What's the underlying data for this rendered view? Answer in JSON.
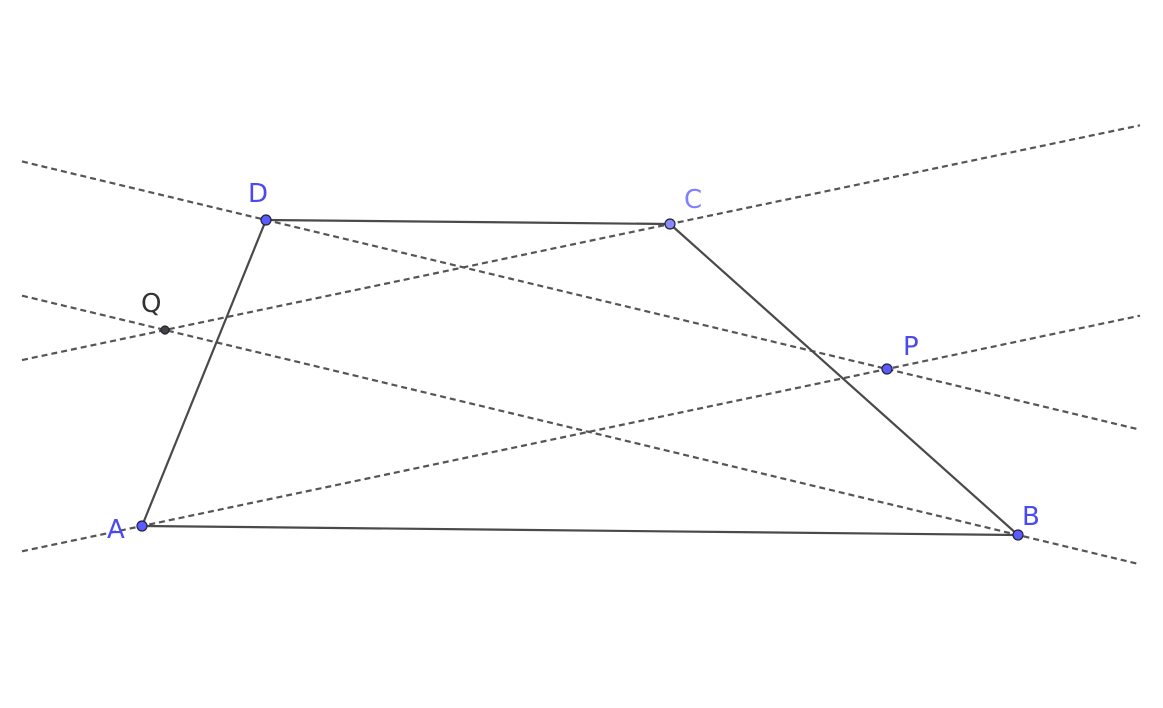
{
  "colors": {
    "background": "#ffffff",
    "line": "#4a4a4a",
    "dashed": "#555555",
    "main_point": "#5b5bff",
    "main_label": "#4a4af0",
    "light_point": "#8a8aff",
    "light_label": "#8080ff",
    "aux_point": "#444444",
    "aux_label": "#333333"
  },
  "points": {
    "A": {
      "label": "A",
      "color": "main_point",
      "label_color": "main_label"
    },
    "B": {
      "label": "B",
      "color": "main_point",
      "label_color": "main_label"
    },
    "C": {
      "label": "C",
      "color": "light_point",
      "label_color": "light_label"
    },
    "D": {
      "label": "D",
      "color": "main_point",
      "label_color": "main_label"
    },
    "P": {
      "label": "P",
      "color": "main_point",
      "label_color": "main_label"
    },
    "Q": {
      "label": "Q",
      "color": "aux_point",
      "label_color": "aux_label"
    }
  },
  "segments": [
    [
      "A",
      "B"
    ],
    [
      "B",
      "C"
    ],
    [
      "C",
      "D"
    ],
    [
      "D",
      "A"
    ]
  ],
  "dashed_lines": [
    [
      "A",
      "P"
    ],
    [
      "Q",
      "C"
    ],
    [
      "D",
      "P"
    ],
    [
      "Q",
      "B"
    ]
  ]
}
